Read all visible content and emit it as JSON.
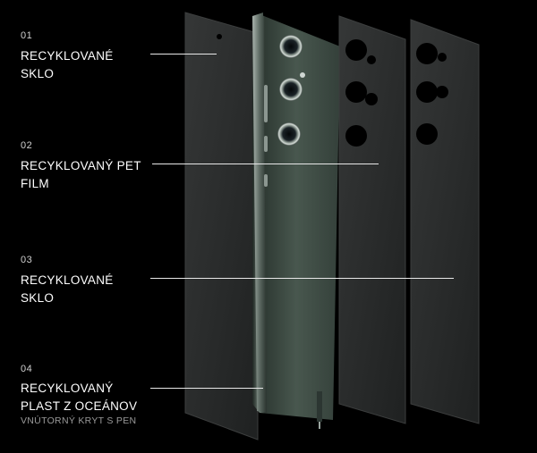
{
  "layers": [
    {
      "number": "01",
      "title": "RECYKLOVANÉ\nSKLO"
    },
    {
      "number": "02",
      "title": "RECYKLOVANÝ PET\nFILM"
    },
    {
      "number": "03",
      "title": "RECYKLOVANÉ\nSKLO"
    },
    {
      "number": "04",
      "title": "RECYKLOVANÝ\nPLAST Z OCEÁNOV",
      "subtitle": "VNÚTORNÝ KRYT S PEN"
    }
  ],
  "colors": {
    "background": "#000000",
    "panel": "#2a2b2b",
    "phone_body": "#3f4c44",
    "leader_line": "#e8e8e8"
  }
}
